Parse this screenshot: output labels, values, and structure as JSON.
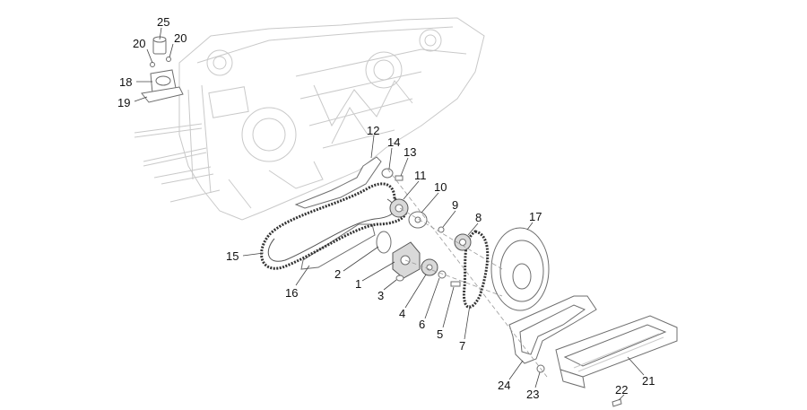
{
  "diagram": {
    "callouts": [
      {
        "id": "c25",
        "label": "25"
      },
      {
        "id": "c20a",
        "label": "20"
      },
      {
        "id": "c20b",
        "label": "20"
      },
      {
        "id": "c18",
        "label": "18"
      },
      {
        "id": "c19",
        "label": "19"
      },
      {
        "id": "c12",
        "label": "12"
      },
      {
        "id": "c14",
        "label": "14"
      },
      {
        "id": "c13",
        "label": "13"
      },
      {
        "id": "c11",
        "label": "11"
      },
      {
        "id": "c10",
        "label": "10"
      },
      {
        "id": "c9",
        "label": "9"
      },
      {
        "id": "c8",
        "label": "8"
      },
      {
        "id": "c17",
        "label": "17"
      },
      {
        "id": "c15",
        "label": "15"
      },
      {
        "id": "c2",
        "label": "2"
      },
      {
        "id": "c1",
        "label": "1"
      },
      {
        "id": "c16",
        "label": "16"
      },
      {
        "id": "c3",
        "label": "3"
      },
      {
        "id": "c4",
        "label": "4"
      },
      {
        "id": "c6",
        "label": "6"
      },
      {
        "id": "c5",
        "label": "5"
      },
      {
        "id": "c7",
        "label": "7"
      },
      {
        "id": "c21",
        "label": "21"
      },
      {
        "id": "c24",
        "label": "24"
      },
      {
        "id": "c23",
        "label": "23"
      },
      {
        "id": "c22",
        "label": "22"
      }
    ]
  }
}
